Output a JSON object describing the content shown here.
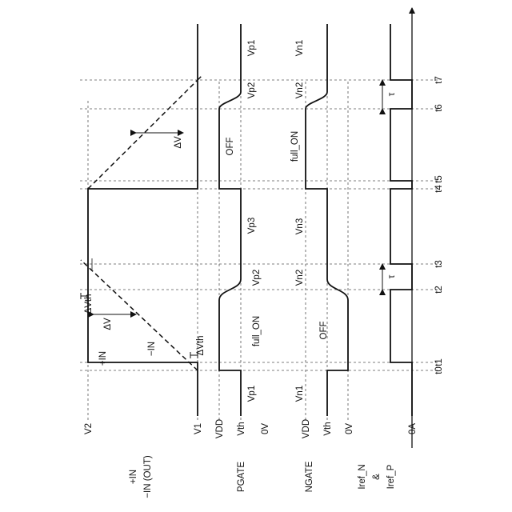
{
  "signal_labels": {
    "in_plus": "+IN",
    "in_minus_out": "−IN (OUT)",
    "pgate": "PGATE",
    "ngate": "NGATE",
    "iref_n": "Iref_N",
    "amp": "&",
    "iref_p": "Iref_P"
  },
  "axis_labels": {
    "v2": "V2",
    "v1": "V1",
    "vdd_p": "VDD",
    "vth_p": "Vth",
    "zero_p": "0V",
    "vdd_n": "VDD",
    "vth_n": "Vth",
    "zero_n": "0V",
    "zero_a": "0A"
  },
  "time_labels": [
    "t0",
    "t1",
    "t2",
    "t3",
    "t4",
    "t5",
    "t6",
    "t7"
  ],
  "annotations": {
    "plus_in": "+IN",
    "minus_in": "−IN",
    "delta_vth_top": "ΔVth",
    "delta_vth_bottom": "ΔVth",
    "delta_v_1": "ΔV",
    "delta_v_2": "ΔV",
    "tau_1": "τ",
    "tau_2": "τ"
  },
  "pgate_states": [
    "Vp1",
    "full_ON",
    "Vp2",
    "Vp3",
    "OFF",
    "Vp2",
    "Vp1"
  ],
  "ngate_states": [
    "Vn1",
    "OFF",
    "Vn2",
    "Vn3",
    "full_ON",
    "Vn2",
    "Vn1"
  ],
  "colors": {
    "ink": "#111111",
    "guide": "#555555"
  }
}
